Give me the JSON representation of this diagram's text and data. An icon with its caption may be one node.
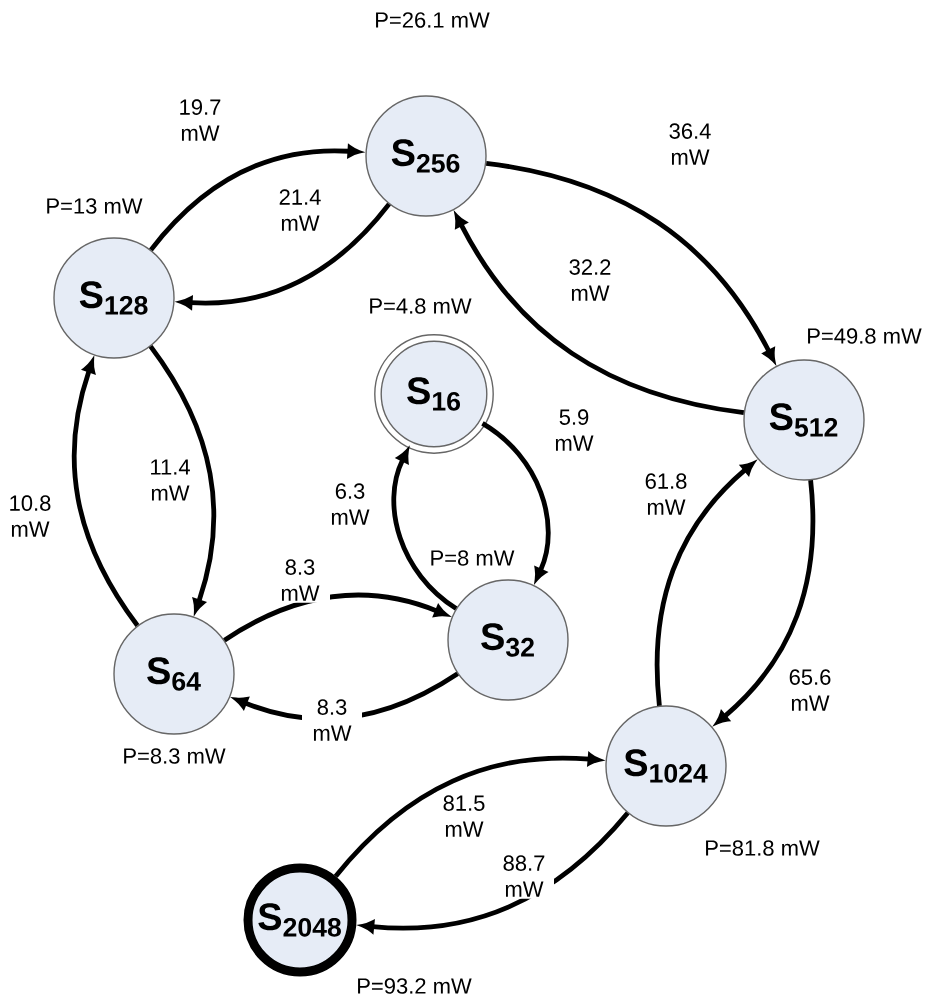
{
  "diagram": {
    "nodes": [
      {
        "text": [
          "S$_{256}$"
        ],
        "beside": [
          "P=26.1 mW"
        ]
      },
      {
        "text": [
          "S$_{128}$"
        ],
        "beside": [
          "P=13 mW"
        ]
      },
      {
        "text": [
          "S$_{16}$"
        ],
        "beside": [
          "P=4.8 mW"
        ]
      },
      {
        "text": [
          "S$_{512}$"
        ],
        "beside": [
          "P=49.8 mW"
        ]
      },
      {
        "text": [
          "S$_{64}$"
        ],
        "beside": [
          "P=8.3 mW"
        ]
      },
      {
        "text": [
          "S$_{32}$"
        ],
        "beside": [
          "P=8 mW"
        ]
      },
      {
        "text": [
          "S$_{1024}$"
        ],
        "beside": [
          "P=81.8 mW"
        ]
      },
      {
        "text": [
          "S$_{2048}$"
        ],
        "beside": [
          "P=93.2 mW"
        ]
      }
    ],
    "edges": [
      {
        "from": 1,
        "to": 0,
        "arrow": "to",
        "label": "19.7 mW"
      },
      {
        "from": 0,
        "to": 1,
        "arrow": "to",
        "label": "21.4 mW"
      },
      {
        "from": 0,
        "to": 3,
        "arrow": "to",
        "label": "36.4 mW"
      },
      {
        "from": 3,
        "to": 0,
        "arrow": "to",
        "label": "32.2 mW"
      },
      {
        "from": 1,
        "to": 4,
        "arrow": "to",
        "label": "11.4 mW"
      },
      {
        "from": 4,
        "to": 1,
        "arrow": "to",
        "label": "10.8 mW"
      },
      {
        "from": 2,
        "to": 5,
        "arrow": "to",
        "label": "5.9 mW"
      },
      {
        "from": 5,
        "to": 2,
        "arrow": "to",
        "label": "6.3 mW"
      },
      {
        "from": 4,
        "to": 5,
        "arrow": "to",
        "label": "8.3 mW"
      },
      {
        "from": 5,
        "to": 4,
        "arrow": "to",
        "label": "8.3 mW"
      },
      {
        "from": 6,
        "to": 3,
        "arrow": "to",
        "label": "61.8 mW"
      },
      {
        "from": 3,
        "to": 6,
        "arrow": "to",
        "label": "65.6 mW"
      },
      {
        "from": 7,
        "to": 6,
        "arrow": "to",
        "label": "81.5 mW"
      },
      {
        "from": 6,
        "to": 7,
        "arrow": "to",
        "label": "88.7 mW"
      }
    ]
  }
}
